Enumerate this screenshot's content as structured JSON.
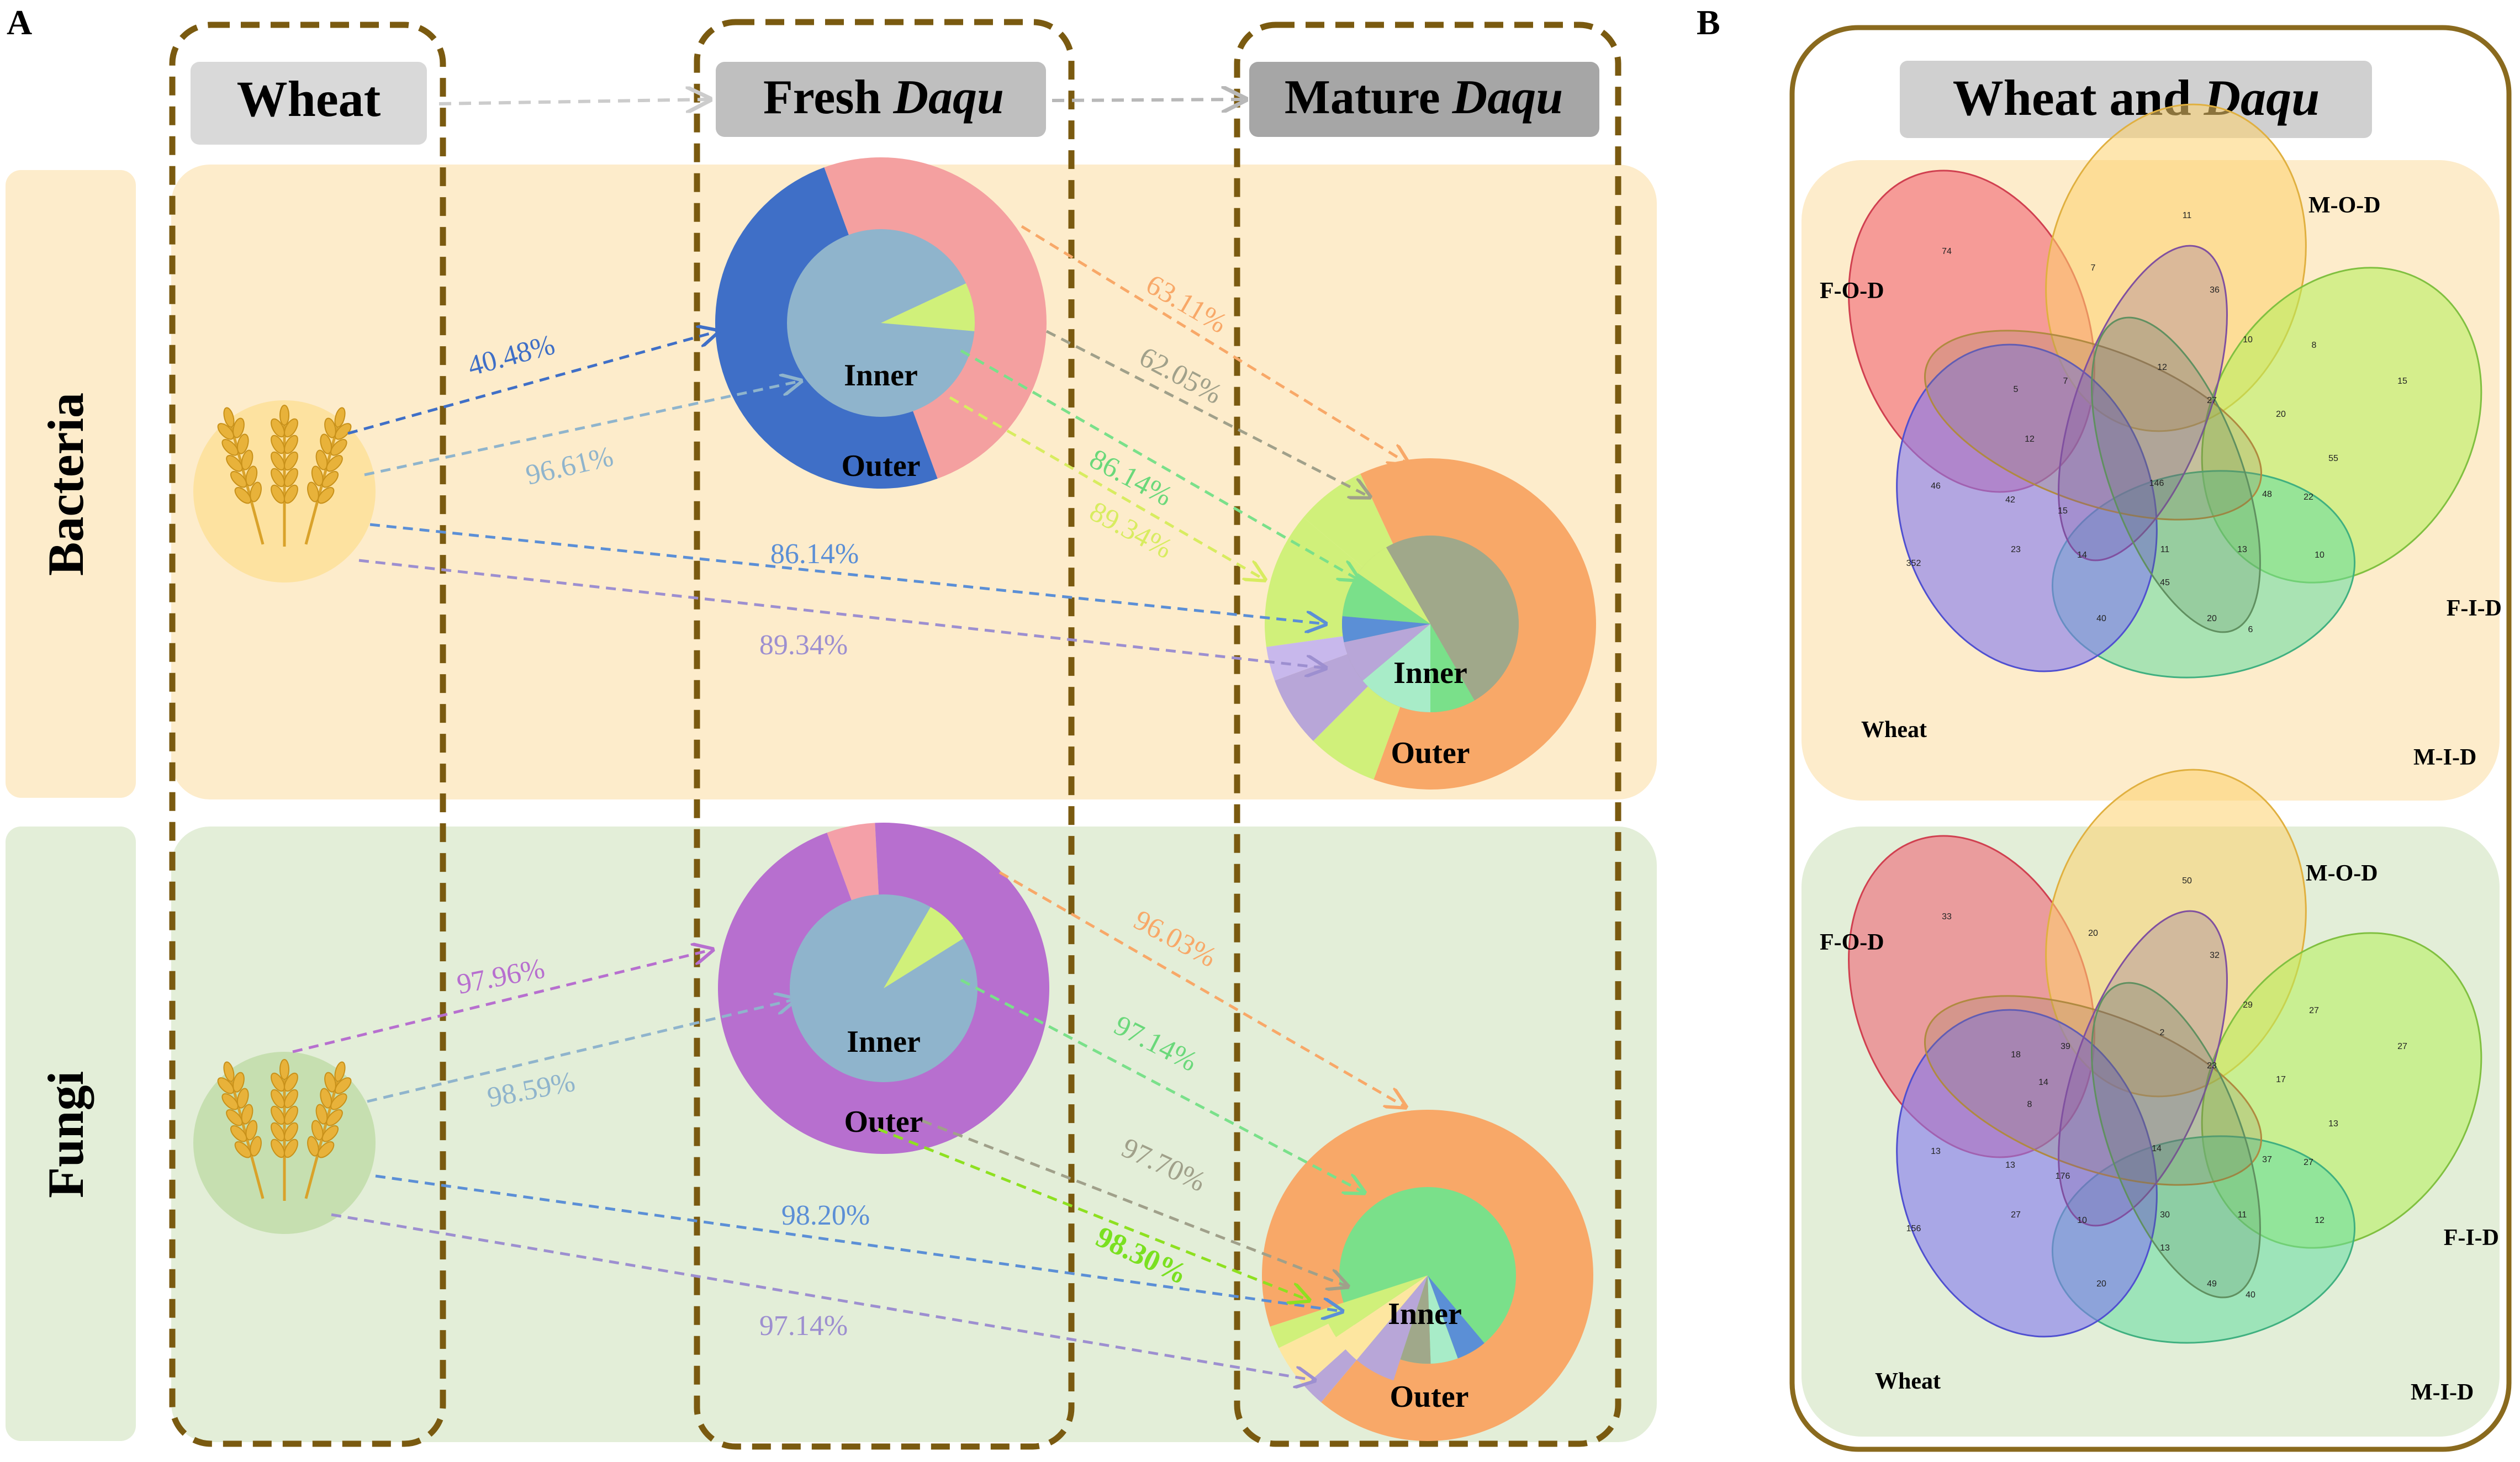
{
  "panel_letters": {
    "a": "A",
    "b": "B"
  },
  "panel_a": {
    "columns": {
      "wheat": "Wheat",
      "fresh_prefix": "Fresh ",
      "fresh_italic": "Daqu",
      "mature_prefix": "Mature ",
      "mature_italic": "Daqu"
    },
    "rows": {
      "bacteria": "Bacteria",
      "fungi": "Fungi"
    },
    "ring_labels": {
      "inner": "Inner",
      "outer": "Outer"
    },
    "bacteria_percents": {
      "wheat_to_fresh_outer": "40.48%",
      "wheat_to_fresh_inner": "96.61%",
      "wheat_to_mature_outer": "86.14%",
      "wheat_to_mature_inner": "89.34%",
      "fresh_outer_to_mature_outer": "63.11%",
      "fresh_outer_to_mature_inner": "62.05%",
      "fresh_inner_to_mature_inner": "86.14%",
      "fresh_inner_to_mature_outer": "89.34%"
    },
    "fungi_percents": {
      "wheat_to_fresh_outer": "97.96%",
      "wheat_to_fresh_inner": "98.59%",
      "wheat_to_mature_outer": "98.20%",
      "wheat_to_mature_inner": "97.14%",
      "fresh_outer_to_mature_outer": "96.03%",
      "fresh_outer_to_mature_inner": "97.70%",
      "fresh_inner_to_mature_inner": "97.14%",
      "fresh_inner_to_mature_outer": "98.30%"
    },
    "colors": {
      "wheat_source": "#3f6fc7",
      "unknown_pink": "#f4a0a0",
      "unknown_purple": "#b76fcf",
      "inner_base": "#8fb4cc",
      "mature_outer": "#f8a868",
      "mature_inner_base": "#a0a88a",
      "lime": "#d0f07a",
      "green": "#7ae08a"
    }
  },
  "panel_b": {
    "title_prefix": "Wheat and ",
    "title_italic": "Daqu",
    "set_labels": {
      "fod": "F-O-D",
      "mod": "M-O-D",
      "fid": "F-I-D",
      "mid": "M-I-D",
      "wheat": "Wheat"
    },
    "bacteria_counts": [
      "74",
      "11",
      "15",
      "6",
      "352",
      "7",
      "36",
      "10",
      "8",
      "20",
      "55",
      "22",
      "48",
      "13",
      "10",
      "20",
      "45",
      "11",
      "40",
      "14",
      "23",
      "42",
      "46",
      "12",
      "5",
      "7",
      "12",
      "27",
      "146",
      "15"
    ],
    "fungi_counts": [
      "33",
      "50",
      "27",
      "40",
      "156",
      "20",
      "32",
      "29",
      "27",
      "17",
      "13",
      "27",
      "37",
      "11",
      "12",
      "49",
      "13",
      "30",
      "20",
      "10",
      "27",
      "13",
      "13",
      "8",
      "18",
      "39",
      "2",
      "23",
      "14",
      "176",
      "14"
    ]
  }
}
